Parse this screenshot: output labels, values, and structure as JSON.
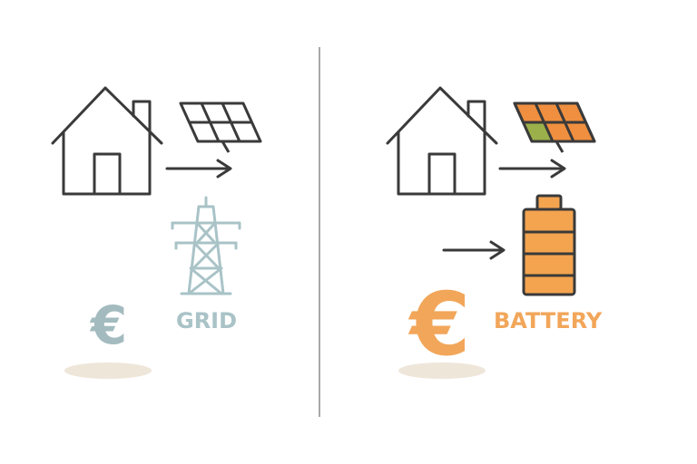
{
  "scenes": {
    "left": {
      "label": "GRID",
      "currency_symbol": "€",
      "label_color": "#a9c3c7",
      "currency_color": "#a3bbbf"
    },
    "right": {
      "label": "BATTERY",
      "currency_symbol": "€",
      "label_color": "#f2a65a",
      "currency_color": "#f2a65a"
    }
  },
  "icons": {
    "left": [
      "house-icon",
      "arrow-right-icon",
      "solar-panel-icon",
      "power-pylon-icon",
      "euro-icon",
      "shadow-ellipse"
    ],
    "right": [
      "house-icon",
      "arrow-right-icon",
      "solar-panel-icon",
      "battery-icon",
      "arrow-right-icon",
      "euro-icon",
      "shadow-ellipse"
    ]
  },
  "colors": {
    "outline": "#3a3a3a",
    "pylon": "#a9c3c7",
    "panel_orange": "#ef8f3f",
    "panel_green": "#9bb04a",
    "battery_fill": "#f4a44f",
    "shadow": "#efe6da",
    "divider": "#8c8c8c"
  }
}
